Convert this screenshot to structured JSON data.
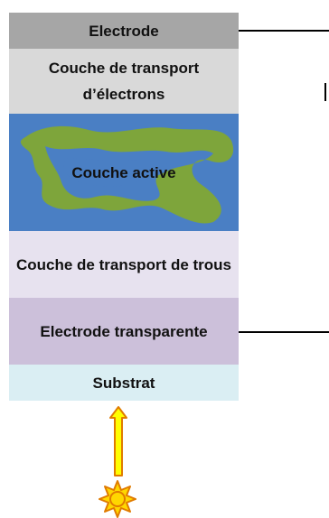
{
  "layers": [
    {
      "label": "Electrode",
      "color": "#a6a6a6"
    },
    {
      "label": "Couche de transport d’électrons",
      "color": "#d9d9d9"
    },
    {
      "label": "Couche active",
      "color": "#4a7fc4",
      "blend_color": "#7ea53b"
    },
    {
      "label": "Couche de transport de trous",
      "color": "#e7e2ef"
    },
    {
      "label": "Electrode transparente",
      "color": "#ccc0da"
    },
    {
      "label": "Substrat",
      "color": "#daeef3"
    }
  ],
  "wire_color": "#000000",
  "light_source": {
    "icon": "sun-icon",
    "sun_fill": "#ffd700",
    "sun_stroke": "#e07b00",
    "arrow": "up-arrow-icon",
    "arrow_fill": "#ffff00",
    "arrow_stroke": "#e07b00"
  }
}
